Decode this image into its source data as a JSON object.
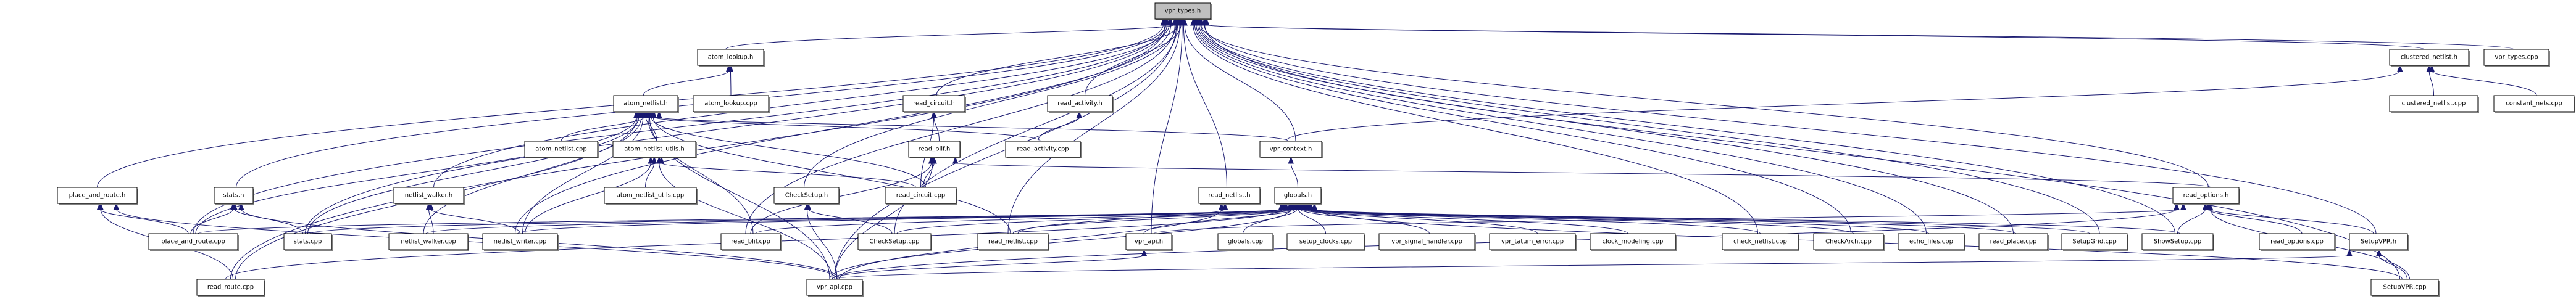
{
  "title": "vpr_types.h include dependency graph",
  "colors": {
    "edge": "#191970",
    "root_fill": "#bfbfbf",
    "node_fill": "#ffffff",
    "node_border": "#000000"
  },
  "root": "vpr_types.h",
  "nodes": [
    {
      "id": "vpr_types_h",
      "label": "vpr_types.h",
      "root": true
    },
    {
      "id": "atom_lookup_h",
      "label": "atom_lookup.h"
    },
    {
      "id": "atom_netlist_h",
      "label": "atom_netlist.h"
    },
    {
      "id": "atom_lookup_cpp",
      "label": "atom_lookup.cpp"
    },
    {
      "id": "read_circuit_h",
      "label": "read_circuit.h"
    },
    {
      "id": "read_activity_h",
      "label": "read_activity.h"
    },
    {
      "id": "clustered_netlist_h",
      "label": "clustered_netlist.h"
    },
    {
      "id": "vpr_types_cpp",
      "label": "vpr_types.cpp"
    },
    {
      "id": "clustered_netlist_cpp",
      "label": "clustered_netlist.cpp"
    },
    {
      "id": "constant_nets_cpp",
      "label": "constant_nets.cpp"
    },
    {
      "id": "atom_netlist_cpp",
      "label": "atom_netlist.cpp"
    },
    {
      "id": "atom_netlist_utils_h",
      "label": "atom_netlist_utils.h"
    },
    {
      "id": "read_blif_h",
      "label": "read_blif.h"
    },
    {
      "id": "read_activity_cpp",
      "label": "read_activity.cpp"
    },
    {
      "id": "vpr_context_h",
      "label": "vpr_context.h"
    },
    {
      "id": "place_and_route_h",
      "label": "place_and_route.h"
    },
    {
      "id": "stats_h",
      "label": "stats.h"
    },
    {
      "id": "netlist_walker_h",
      "label": "netlist_walker.h"
    },
    {
      "id": "atom_netlist_utils_cpp",
      "label": "atom_netlist_utils.cpp"
    },
    {
      "id": "CheckSetup_h",
      "label": "CheckSetup.h"
    },
    {
      "id": "read_circuit_cpp",
      "label": "read_circuit.cpp"
    },
    {
      "id": "read_netlist_h",
      "label": "read_netlist.h"
    },
    {
      "id": "globals_h",
      "label": "globals.h"
    },
    {
      "id": "read_options_h",
      "label": "read_options.h"
    },
    {
      "id": "place_and_route_cpp",
      "label": "place_and_route.cpp"
    },
    {
      "id": "stats_cpp",
      "label": "stats.cpp"
    },
    {
      "id": "netlist_walker_cpp",
      "label": "netlist_walker.cpp"
    },
    {
      "id": "netlist_writer_cpp",
      "label": "netlist_writer.cpp"
    },
    {
      "id": "read_blif_cpp",
      "label": "read_blif.cpp"
    },
    {
      "id": "CheckSetup_cpp",
      "label": "CheckSetup.cpp"
    },
    {
      "id": "read_netlist_cpp",
      "label": "read_netlist.cpp"
    },
    {
      "id": "vpr_api_h",
      "label": "vpr_api.h"
    },
    {
      "id": "globals_cpp",
      "label": "globals.cpp"
    },
    {
      "id": "setup_clocks_cpp",
      "label": "setup_clocks.cpp"
    },
    {
      "id": "vpr_signal_handler_cpp",
      "label": "vpr_signal_handler.cpp"
    },
    {
      "id": "vpr_tatum_error_cpp",
      "label": "vpr_tatum_error.cpp"
    },
    {
      "id": "clock_modeling_cpp",
      "label": "clock_modeling.cpp"
    },
    {
      "id": "check_netlist_cpp",
      "label": "check_netlist.cpp"
    },
    {
      "id": "CheckArch_cpp",
      "label": "CheckArch.cpp"
    },
    {
      "id": "echo_files_cpp",
      "label": "echo_files.cpp"
    },
    {
      "id": "read_place_cpp",
      "label": "read_place.cpp"
    },
    {
      "id": "SetupGrid_cpp",
      "label": "SetupGrid.cpp"
    },
    {
      "id": "ShowSetup_cpp",
      "label": "ShowSetup.cpp"
    },
    {
      "id": "read_options_cpp",
      "label": "read_options.cpp"
    },
    {
      "id": "SetupVPR_h",
      "label": "SetupVPR.h"
    },
    {
      "id": "read_route_cpp",
      "label": "read_route.cpp"
    },
    {
      "id": "vpr_api_cpp",
      "label": "vpr_api.cpp"
    },
    {
      "id": "SetupVPR_cpp",
      "label": "SetupVPR.cpp"
    }
  ],
  "edges": [
    [
      "atom_lookup_h",
      "vpr_types_h"
    ],
    [
      "atom_netlist_h",
      "atom_lookup_h"
    ],
    [
      "atom_lookup_cpp",
      "atom_lookup_h"
    ],
    [
      "read_circuit_h",
      "vpr_types_h"
    ],
    [
      "read_activity_h",
      "vpr_types_h"
    ],
    [
      "clustered_netlist_h",
      "vpr_types_h"
    ],
    [
      "vpr_types_cpp",
      "vpr_types_h"
    ],
    [
      "clustered_netlist_cpp",
      "clustered_netlist_h"
    ],
    [
      "constant_nets_cpp",
      "clustered_netlist_h"
    ],
    [
      "vpr_context_h",
      "vpr_types_h"
    ],
    [
      "vpr_context_h",
      "clustered_netlist_h"
    ],
    [
      "vpr_context_h",
      "atom_netlist_h"
    ],
    [
      "atom_netlist_cpp",
      "atom_netlist_h"
    ],
    [
      "atom_netlist_utils_h",
      "atom_netlist_h"
    ],
    [
      "read_blif_h",
      "read_circuit_h"
    ],
    [
      "read_activity_cpp",
      "read_activity_h"
    ],
    [
      "read_activity_cpp",
      "atom_netlist_h"
    ],
    [
      "place_and_route_h",
      "vpr_types_h"
    ],
    [
      "stats_h",
      "vpr_types_h"
    ],
    [
      "netlist_walker_h",
      "vpr_types_h"
    ],
    [
      "atom_netlist_utils_cpp",
      "atom_netlist_utils_h"
    ],
    [
      "CheckSetup_h",
      "vpr_types_h"
    ],
    [
      "read_circuit_cpp",
      "read_circuit_h"
    ],
    [
      "read_circuit_cpp",
      "read_blif_h"
    ],
    [
      "read_circuit_cpp",
      "atom_netlist_h"
    ],
    [
      "read_circuit_cpp",
      "atom_netlist_utils_h"
    ],
    [
      "read_netlist_h",
      "vpr_types_h"
    ],
    [
      "globals_h",
      "vpr_context_h"
    ],
    [
      "read_options_h",
      "vpr_types_h"
    ],
    [
      "read_options_h",
      "read_blif_h"
    ],
    [
      "place_and_route_cpp",
      "place_and_route_h"
    ],
    [
      "place_and_route_cpp",
      "stats_h"
    ],
    [
      "place_and_route_cpp",
      "vpr_types_h"
    ],
    [
      "place_and_route_cpp",
      "atom_netlist_h"
    ],
    [
      "place_and_route_cpp",
      "globals_h"
    ],
    [
      "stats_cpp",
      "stats_h"
    ],
    [
      "stats_cpp",
      "vpr_types_h"
    ],
    [
      "stats_cpp",
      "atom_netlist_h"
    ],
    [
      "stats_cpp",
      "globals_h"
    ],
    [
      "netlist_walker_cpp",
      "netlist_walker_h"
    ],
    [
      "netlist_walker_cpp",
      "atom_netlist_h"
    ],
    [
      "netlist_walker_cpp",
      "globals_h"
    ],
    [
      "netlist_writer_cpp",
      "netlist_walker_h"
    ],
    [
      "netlist_writer_cpp",
      "atom_netlist_h"
    ],
    [
      "netlist_writer_cpp",
      "atom_netlist_utils_h"
    ],
    [
      "netlist_writer_cpp",
      "vpr_types_h"
    ],
    [
      "netlist_writer_cpp",
      "globals_h"
    ],
    [
      "read_blif_cpp",
      "read_blif_h"
    ],
    [
      "read_blif_cpp",
      "atom_netlist_h"
    ],
    [
      "read_blif_cpp",
      "globals_h"
    ],
    [
      "read_blif_cpp",
      "vpr_types_h"
    ],
    [
      "CheckSetup_cpp",
      "CheckSetup_h"
    ],
    [
      "CheckSetup_cpp",
      "vpr_types_h"
    ],
    [
      "CheckSetup_cpp",
      "globals_h"
    ],
    [
      "read_netlist_cpp",
      "read_netlist_h"
    ],
    [
      "read_netlist_cpp",
      "vpr_types_h"
    ],
    [
      "read_netlist_cpp",
      "atom_netlist_h"
    ],
    [
      "read_netlist_cpp",
      "globals_h"
    ],
    [
      "vpr_api_h",
      "vpr_types_h"
    ],
    [
      "vpr_api_h",
      "read_options_h"
    ],
    [
      "vpr_api_h",
      "globals_h"
    ],
    [
      "globals_cpp",
      "globals_h"
    ],
    [
      "setup_clocks_cpp",
      "globals_h"
    ],
    [
      "vpr_signal_handler_cpp",
      "globals_h"
    ],
    [
      "vpr_tatum_error_cpp",
      "globals_h"
    ],
    [
      "clock_modeling_cpp",
      "globals_h"
    ],
    [
      "check_netlist_cpp",
      "vpr_types_h"
    ],
    [
      "check_netlist_cpp",
      "globals_h"
    ],
    [
      "CheckArch_cpp",
      "vpr_types_h"
    ],
    [
      "CheckArch_cpp",
      "globals_h"
    ],
    [
      "echo_files_cpp",
      "vpr_types_h"
    ],
    [
      "echo_files_cpp",
      "globals_h"
    ],
    [
      "read_place_cpp",
      "vpr_types_h"
    ],
    [
      "read_place_cpp",
      "globals_h"
    ],
    [
      "SetupGrid_cpp",
      "vpr_types_h"
    ],
    [
      "SetupGrid_cpp",
      "globals_h"
    ],
    [
      "ShowSetup_cpp",
      "vpr_types_h"
    ],
    [
      "ShowSetup_cpp",
      "read_options_h"
    ],
    [
      "ShowSetup_cpp",
      "globals_h"
    ],
    [
      "read_options_cpp",
      "read_options_h"
    ],
    [
      "SetupVPR_h",
      "read_options_h"
    ],
    [
      "SetupVPR_h",
      "vpr_types_h"
    ],
    [
      "read_route_cpp",
      "vpr_types_h"
    ],
    [
      "read_route_cpp",
      "place_and_route_h"
    ],
    [
      "read_route_cpp",
      "atom_netlist_h"
    ],
    [
      "read_route_cpp",
      "globals_h"
    ],
    [
      "vpr_api_cpp",
      "vpr_api_h"
    ],
    [
      "vpr_api_cpp",
      "vpr_types_h"
    ],
    [
      "vpr_api_cpp",
      "place_and_route_h"
    ],
    [
      "vpr_api_cpp",
      "stats_h"
    ],
    [
      "vpr_api_cpp",
      "atom_netlist_h"
    ],
    [
      "vpr_api_cpp",
      "atom_netlist_utils_h"
    ],
    [
      "vpr_api_cpp",
      "read_blif_h"
    ],
    [
      "vpr_api_cpp",
      "CheckSetup_h"
    ],
    [
      "vpr_api_cpp",
      "read_netlist_h"
    ],
    [
      "vpr_api_cpp",
      "globals_h"
    ],
    [
      "vpr_api_cpp",
      "read_options_h"
    ],
    [
      "vpr_api_cpp",
      "SetupVPR_h"
    ],
    [
      "SetupVPR_cpp",
      "SetupVPR_h"
    ],
    [
      "SetupVPR_cpp",
      "read_options_h"
    ],
    [
      "SetupVPR_cpp",
      "vpr_types_h"
    ],
    [
      "SetupVPR_cpp",
      "globals_h"
    ]
  ]
}
